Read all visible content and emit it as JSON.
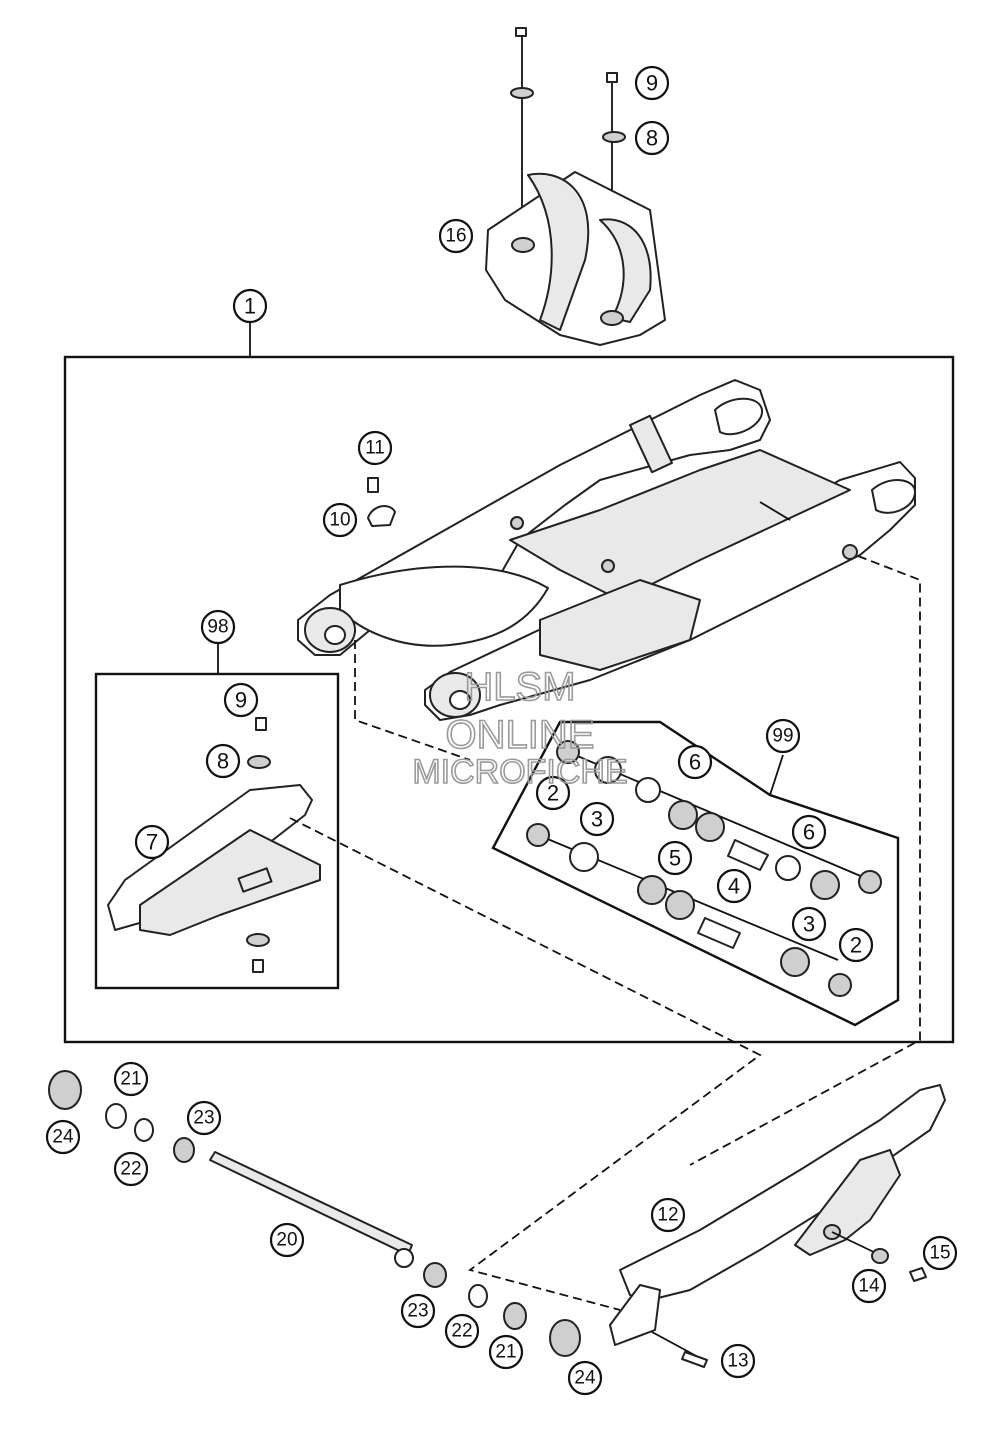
{
  "callouts": {
    "c1": "1",
    "c2a": "2",
    "c2b": "2",
    "c3a": "3",
    "c3b": "3",
    "c4": "4",
    "c5": "5",
    "c6a": "6",
    "c6b": "6",
    "c7": "7",
    "c8a": "8",
    "c8b": "8",
    "c9a": "9",
    "c9b": "9",
    "c10": "10",
    "c11": "11",
    "c12": "12",
    "c13": "13",
    "c14": "14",
    "c15": "15",
    "c16": "16",
    "c20": "20",
    "c21a": "21",
    "c21b": "21",
    "c22a": "22",
    "c22b": "22",
    "c23a": "23",
    "c23b": "23",
    "c24a": "24",
    "c24b": "24",
    "c98": "98",
    "c99": "99"
  },
  "watermark": {
    "line1": "HLSM",
    "line2": "ONLINE",
    "line3": "MICROFICHE"
  }
}
